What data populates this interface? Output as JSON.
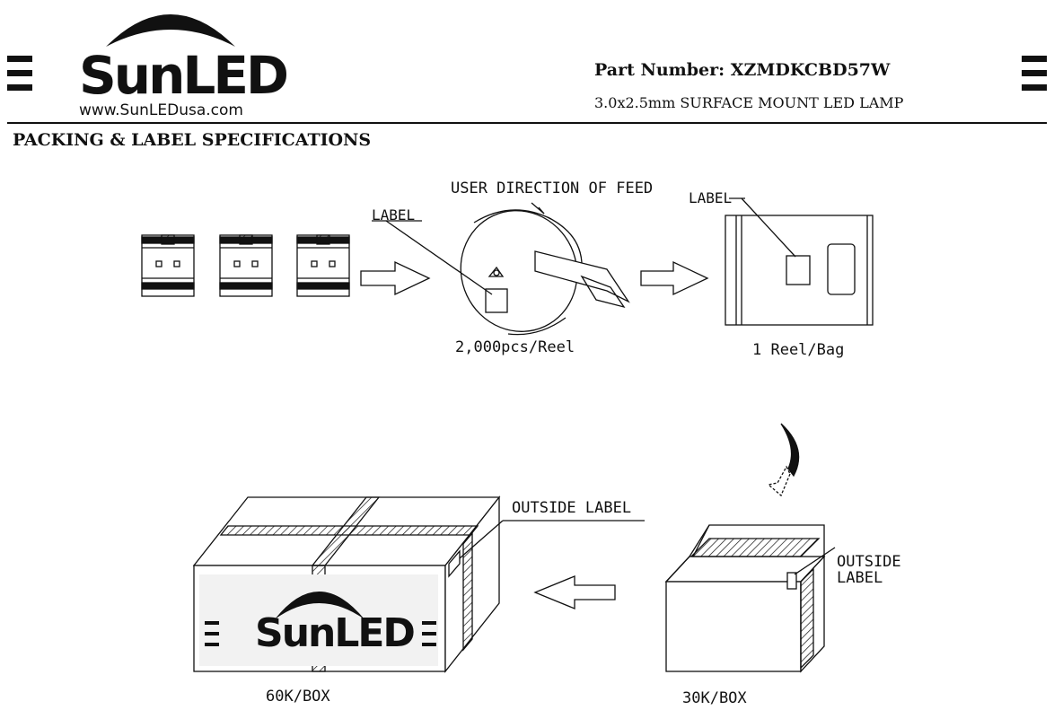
{
  "header": {
    "brand": "SunLED",
    "url": "www.SunLEDusa.com",
    "part_number": "Part Number: XZMDKCBD57W",
    "subtitle": "3.0x2.5mm SURFACE MOUNT LED LAMP"
  },
  "section_title": "PACKING & LABEL SPECIFICATIONS",
  "diagram": {
    "feed_direction": "USER DIRECTION OF FEED",
    "reel_label": "LABEL",
    "bag_label": "LABEL",
    "reel_qty": "2,000pcs/Reel",
    "bag_qty": "1 Reel/Bag",
    "outside_label_big": "OUTSIDE LABEL",
    "outside_label_small_line1": "OUTSIDE",
    "outside_label_small_line2": "LABEL",
    "box_big_qty": "60K/BOX",
    "box_small_qty": "30K/BOX",
    "box_brand": "SunLED"
  }
}
